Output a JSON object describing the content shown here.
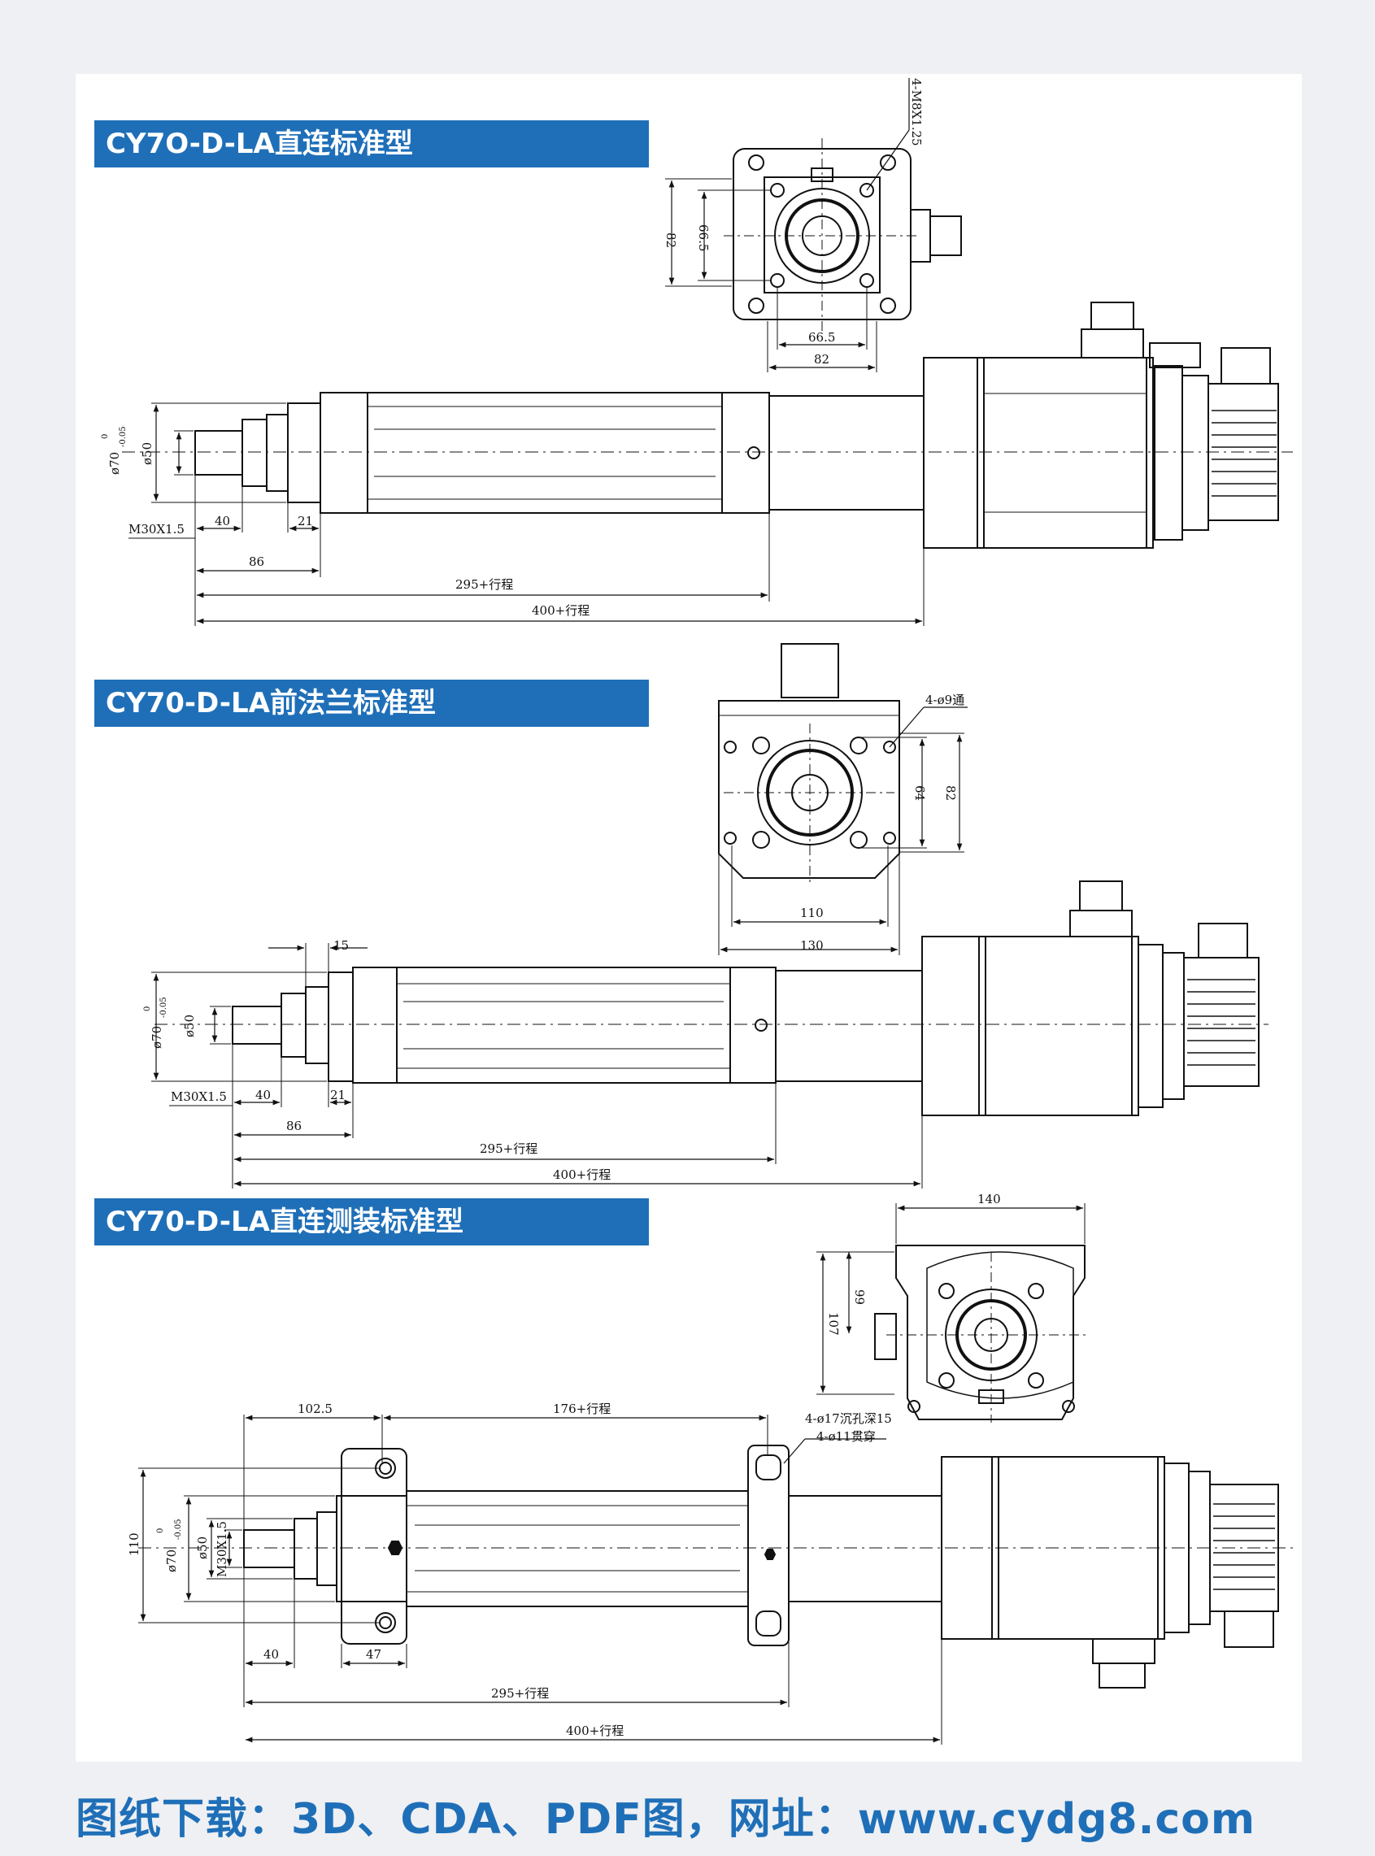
{
  "sections": [
    {
      "title": "CY7O-D-LA直连标准型",
      "labels": {
        "bolt": "4-M8X1.25",
        "side_82": "82",
        "side_665": "66.5",
        "bottom_665": "66.5",
        "bottom_82": "82",
        "dia70": "ø70",
        "tol": "0",
        "tol_low": "-0.05",
        "dia50": "ø50",
        "thread": "M30X1.5",
        "d40": "40",
        "d21": "21",
        "d86": "86",
        "d295": "295+行程",
        "d400": "400+行程"
      }
    },
    {
      "title": "CY70-D-LA前法兰标准型",
      "labels": {
        "holes": "4-ø9通",
        "side_64": "64",
        "side_82": "82",
        "d110": "110",
        "d130": "130",
        "d15": "15",
        "dia70": "ø70",
        "tol": "0",
        "tol_low": "-0.05",
        "dia50": "ø50",
        "thread": "M30X1.5",
        "d40": "40",
        "d21": "21",
        "d86": "86",
        "d295": "295+行程",
        "d400": "400+行程"
      }
    },
    {
      "title": "CY70-D-LA直连测装标准型",
      "labels": {
        "d140": "140",
        "d99": "99",
        "d107": "107",
        "d1025": "102.5",
        "d176": "176+行程",
        "cbore": "4-ø17沉孔深15",
        "thru": "4-ø11贯穿",
        "d110": "110",
        "dia70": "ø70",
        "tol": "0",
        "tol_low": "-0.05",
        "dia50": "ø50",
        "thread": "M30X1.5",
        "d40": "40",
        "d47": "47",
        "d295": "295+行程",
        "d400": "400+行程"
      }
    }
  ],
  "footer": "图纸下载：3D、CDA、PDF图，网址：www.cydg8.com",
  "colors": {
    "accent": "#1f6fb8",
    "line": "#111111",
    "page": "#eef0f3"
  }
}
